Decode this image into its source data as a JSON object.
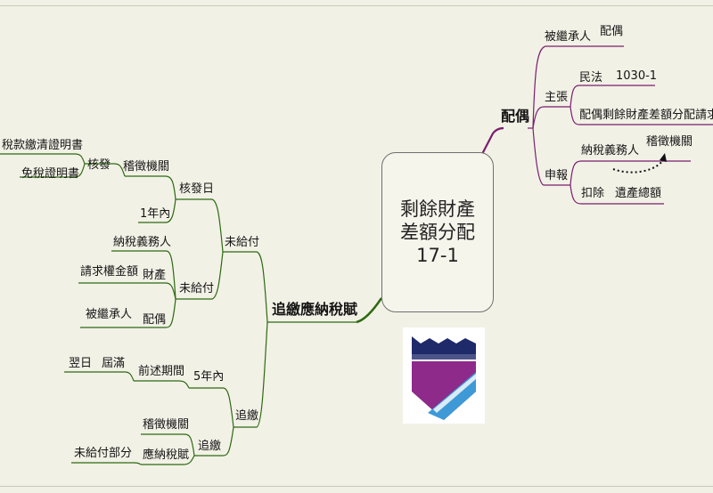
{
  "central": {
    "line1": "剩餘財產",
    "line2": "差額分配",
    "line3": "17-1"
  },
  "right": {
    "spouse": "配偶",
    "heir_label": "被繼承人",
    "heir_value": "配偶",
    "claim": "主張",
    "civil_law": "民法",
    "civil_article": "1030-1",
    "claim_right": "配偶剩餘財產差額分配請求權",
    "declare": "申報",
    "taxpayer": "納稅義務人",
    "tax_authority": "稽徵機關",
    "deduct": "扣除",
    "estate_total": "遺產總額"
  },
  "left": {
    "recover_tax": "追繳應納稅賦",
    "unpaid": "未給付",
    "issue_day": "核發日",
    "tax_authority": "稽徵機關",
    "issue": "核發",
    "tax_cert": "稅款繳清證明書",
    "exempt_cert": "免稅證明書",
    "within_1yr": "1年內",
    "unpaid_sub": "未給付",
    "taxpayer": "納稅義務人",
    "property": "財產",
    "claim_amount": "請求權金額",
    "spouse": "配偶",
    "decedent": "被繼承人",
    "recover": "追繳",
    "within_5yr": "5年內",
    "period": "前述期間",
    "expire": "屆滿",
    "next_day": "翌日",
    "recover_sub": "追繳",
    "tax_authority2": "稽徵機關",
    "tax_payable": "應納稅賦",
    "unpaid_part": "未給付部分"
  },
  "colors": {
    "branch_right": "#7a1f6e",
    "branch_left": "#2d6a12",
    "logo_purple": "#8e2a8a",
    "logo_blue": "#3d9ad6",
    "logo_navy": "#1f2a6b"
  }
}
